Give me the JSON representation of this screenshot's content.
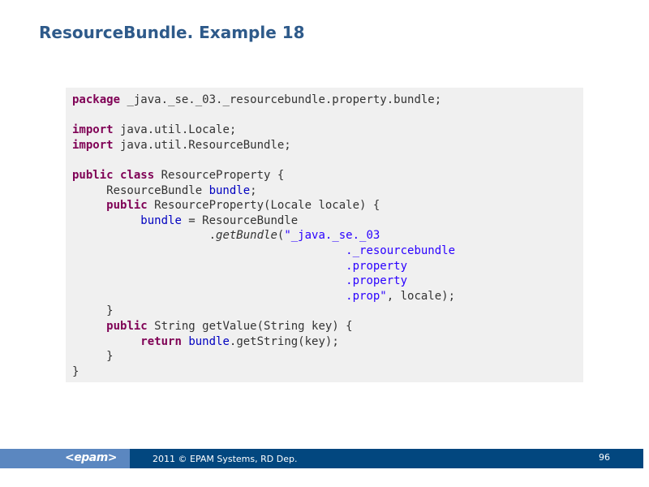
{
  "slide": {
    "title": "ResourceBundle. Example 18",
    "page_number": "96"
  },
  "code": {
    "lines": [
      [
        {
          "t": "package",
          "c": "kw"
        },
        {
          "t": " _java._se._03._resourcebundle.property.bundle;"
        }
      ],
      [],
      [
        {
          "t": "import",
          "c": "kw"
        },
        {
          "t": " java.util.Locale;"
        }
      ],
      [
        {
          "t": "import",
          "c": "kw"
        },
        {
          "t": " java.util.ResourceBundle;"
        }
      ],
      [],
      [
        {
          "t": "public",
          "c": "kw"
        },
        {
          "t": " "
        },
        {
          "t": "class",
          "c": "kw"
        },
        {
          "t": " ResourceProperty {"
        }
      ],
      [
        {
          "t": "     ResourceBundle "
        },
        {
          "t": "bundle",
          "c": "fld"
        },
        {
          "t": ";"
        }
      ],
      [
        {
          "t": "     "
        },
        {
          "t": "public",
          "c": "kw"
        },
        {
          "t": " ResourceProperty(Locale locale) {"
        }
      ],
      [
        {
          "t": "          "
        },
        {
          "t": "bundle",
          "c": "fld"
        },
        {
          "t": " = ResourceBundle"
        }
      ],
      [
        {
          "t": "                    ."
        },
        {
          "t": "getBundle",
          "c": "it"
        },
        {
          "t": "("
        },
        {
          "t": "\"_java._se._03",
          "c": "str"
        }
      ],
      [
        {
          "t": "                                        "
        },
        {
          "t": "._resourcebundle",
          "c": "str"
        }
      ],
      [
        {
          "t": "                                        "
        },
        {
          "t": ".property",
          "c": "str"
        }
      ],
      [
        {
          "t": "                                        "
        },
        {
          "t": ".property",
          "c": "str"
        }
      ],
      [
        {
          "t": "                                        "
        },
        {
          "t": ".prop\"",
          "c": "str"
        },
        {
          "t": ", locale);"
        }
      ],
      [
        {
          "t": "     }"
        }
      ],
      [
        {
          "t": "     "
        },
        {
          "t": "public",
          "c": "kw"
        },
        {
          "t": " String getValue(String key) {"
        }
      ],
      [
        {
          "t": "          "
        },
        {
          "t": "return",
          "c": "kw"
        },
        {
          "t": " "
        },
        {
          "t": "bundle",
          "c": "fld"
        },
        {
          "t": ".getString(key);"
        }
      ],
      [
        {
          "t": "     }"
        }
      ],
      [
        {
          "t": "}"
        }
      ]
    ]
  },
  "footer": {
    "logo_text": "<epam>",
    "copyright": "2011 © EPAM Systems, RD Dep."
  },
  "colors": {
    "title": "#2e5a8a",
    "keyword": "#7f0055",
    "field": "#0000c0",
    "string": "#2a00ff",
    "code_bg": "#f0f0f0",
    "footer_light": "#5b87c0",
    "footer_dark": "#02477f"
  }
}
